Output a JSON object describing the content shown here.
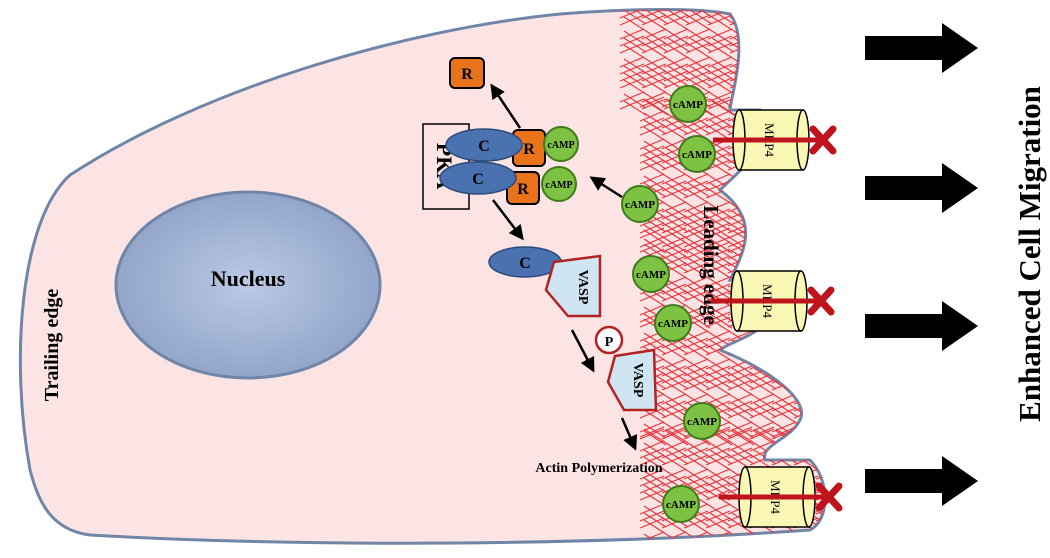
{
  "labels": {
    "nucleus": "Nucleus",
    "trailing_edge": "Trailing edge",
    "leading_edge": "Leading edge",
    "pka": "PKA",
    "catalytic": "C",
    "regulatory": "R",
    "camp": "cAMP",
    "vasp": "VASP",
    "phospho": "P",
    "mrp4": "MRP4",
    "actin_polymerization": "Actin Polymerization",
    "enhanced_migration": "Enhanced Cell Migration"
  },
  "colors": {
    "cell_fill": "#fde4e4",
    "membrane": "#6f86a8",
    "nucleus_center": "#b9c9e6",
    "nucleus_edge": "#8fa2c6",
    "catalytic_subunit": "#4a72b0",
    "regulatory_subunit": "#e8731a",
    "camp": "#7dc242",
    "vasp_fill": "#cfe6f2",
    "vasp_border": "#b22222",
    "mrp4_fill": "#faf6b4",
    "actin": "#e8313a",
    "inhibition": "#c0141c",
    "arrow": "#000000"
  },
  "icons": {
    "inhibition": "x-mark-icon",
    "migration": "right-arrow-icon"
  }
}
